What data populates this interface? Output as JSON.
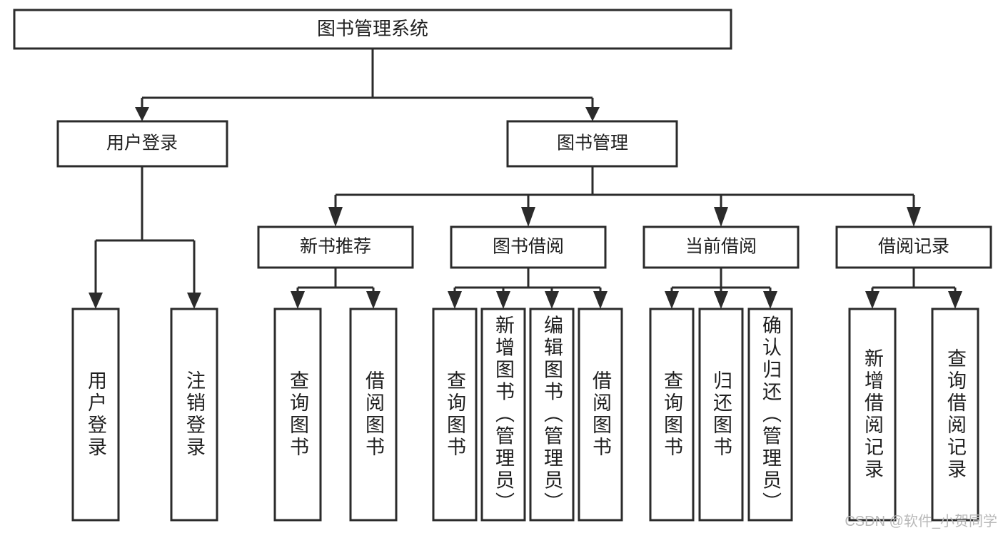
{
  "diagram": {
    "title": "图书管理系统",
    "type": "tree-hierarchy-diagram",
    "watermark": "CSDN @软件_小贺同学",
    "colors": {
      "stroke": "#2b2b2b",
      "fill": "#ffffff",
      "text": "#1f1f1f",
      "background": "#ffffff",
      "watermark": "#b9b9b9"
    },
    "root": {
      "label": "图书管理系统"
    },
    "level2": [
      {
        "label": "用户登录"
      },
      {
        "label": "图书管理"
      }
    ],
    "level3": [
      {
        "label": "新书推荐"
      },
      {
        "label": "图书借阅"
      },
      {
        "label": "当前借阅"
      },
      {
        "label": "借阅记录"
      }
    ],
    "leaves": {
      "user_login": [
        {
          "label": "用户登录"
        },
        {
          "label": "注销登录"
        }
      ],
      "new_book_recommend": [
        {
          "label": "查询图书"
        },
        {
          "label": "借阅图书"
        }
      ],
      "book_borrow": [
        {
          "label": "查询图书"
        },
        {
          "label": "新增图书（管理员）"
        },
        {
          "label": "编辑图书（管理员）"
        },
        {
          "label": "借阅图书"
        }
      ],
      "current_borrow": [
        {
          "label": "查询图书"
        },
        {
          "label": "归还图书"
        },
        {
          "label": "确认归还（管理员）"
        }
      ],
      "borrow_record": [
        {
          "label": "新增借阅记录"
        },
        {
          "label": "查询借阅记录"
        }
      ]
    }
  }
}
